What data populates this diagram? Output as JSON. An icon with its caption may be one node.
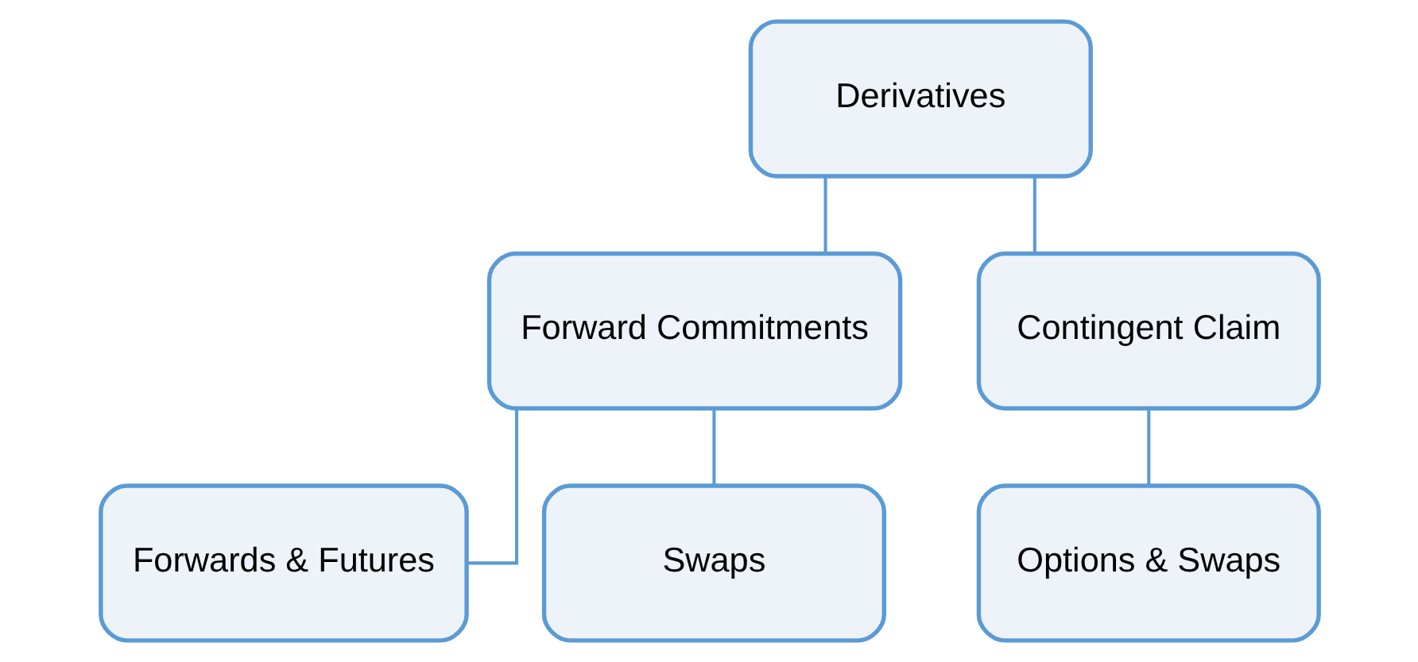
{
  "diagram": {
    "nodes": [
      {
        "text": [
          "Derivatives"
        ]
      },
      {
        "text": [
          "Forward Commitments"
        ]
      },
      {
        "text": [
          "Contingent Claim"
        ]
      },
      {
        "text": [
          "Forwards & Futures"
        ]
      },
      {
        "text": [
          "Swaps"
        ]
      },
      {
        "text": [
          "Options & Swaps"
        ]
      }
    ],
    "edges": [
      {
        "from": 0,
        "to": 1,
        "arrow": "none"
      },
      {
        "from": 0,
        "to": 2,
        "arrow": "none"
      },
      {
        "from": 1,
        "to": 3,
        "arrow": "none"
      },
      {
        "from": 1,
        "to": 4,
        "arrow": "none"
      },
      {
        "from": 2,
        "to": 5,
        "arrow": "none"
      }
    ]
  }
}
